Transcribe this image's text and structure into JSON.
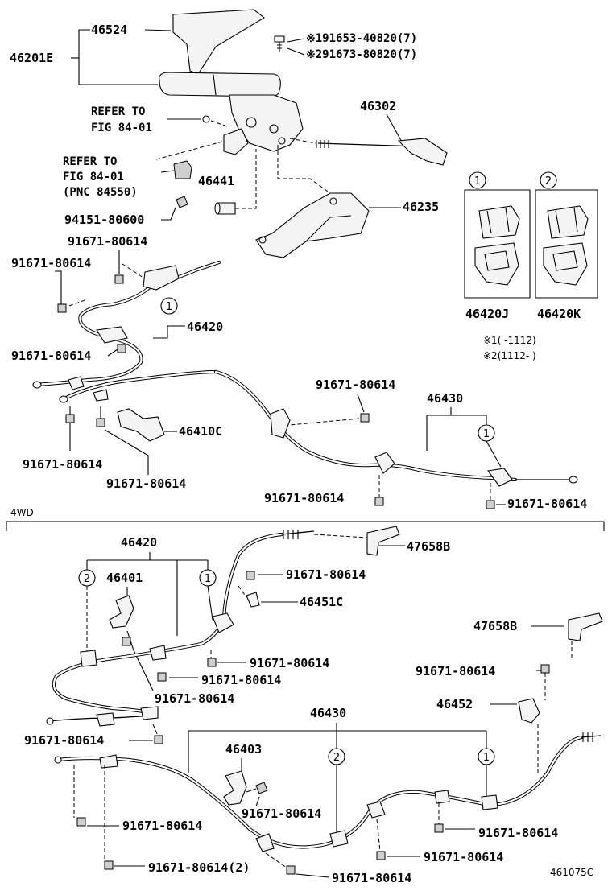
{
  "upper": {
    "lever_cover": "46524",
    "lever_assy": "46201E",
    "bolt_note_1": "※191653-40820(7)",
    "bolt_note_2": "※291673-80820(7)",
    "refer_1_line1": "REFER TO",
    "refer_1_line2": "FIG 84-01",
    "refer_2_line1": "REFER TO",
    "refer_2_line2": "FIG 84-01",
    "refer_2_line3": "(PNC 84550)",
    "rod": "46302",
    "switch": "46441",
    "nut": "94151-80600",
    "bracket": "46235",
    "bolt_a": "91671-80614",
    "bolt_b": "91671-80614",
    "front_cable": "46420",
    "bolt_c": "91671-80614",
    "bolt_d": "91671-80614",
    "bolt_e": "91671-80614",
    "bolt_f": "91671-80614",
    "rear_cable": "46430",
    "clamp": "46410C",
    "bolt_g": "91671-80614",
    "bolt_h": "91671-80614",
    "callout_1": "1",
    "callout_1b": "1"
  },
  "inset": {
    "box1_num": "1",
    "box2_num": "2",
    "box1_part": "46420J",
    "box2_part": "46420K",
    "note1": "※1(  -1112)",
    "note2": "※2(1112-  )"
  },
  "lower": {
    "section_label": "4WD",
    "front_cable": "46420",
    "clamp_a": "46401",
    "callout_2a": "2",
    "callout_1a": "1",
    "bracket_top": "47658B",
    "bolt_1": "91671-80614",
    "clip": "46451C",
    "bracket_right": "47658B",
    "bolt_2": "91671-80614",
    "bolt_3": "91671-80614",
    "bolt_4": "91671-80614",
    "bolt_5": "91671-80614",
    "clip2": "46452",
    "bolt_6": "91671-80614",
    "rear_cable": "46430",
    "clamp_b": "46403",
    "callout_2b": "2",
    "callout_1b": "1",
    "bolt_7": "91671-80614",
    "bolt_8": "91671-80614",
    "bolt_9": "91671-80614",
    "bolt_10": "91671-80614(2)",
    "bolt_11": "91671-80614",
    "bolt_12": "91671-80614"
  },
  "figure_id": "461075C"
}
